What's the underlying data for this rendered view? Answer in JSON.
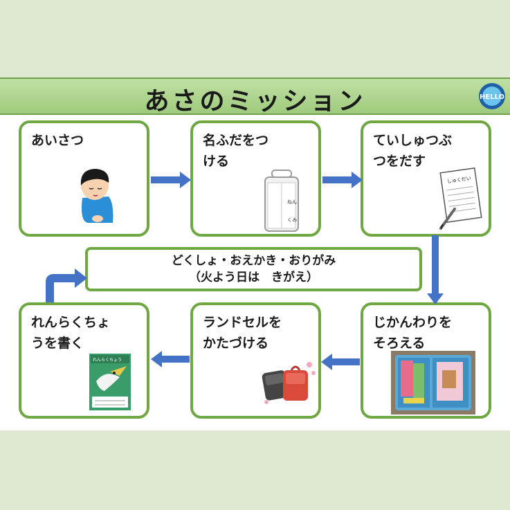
{
  "title": "あさのミッション",
  "hello_badge": "HELLO",
  "steps": [
    {
      "label": "あいさつ"
    },
    {
      "label": "名ふだをつ\nける"
    },
    {
      "label": "ていしゅつぶ\nつをだす"
    },
    {
      "label": "じかんわりを\nそろえる"
    },
    {
      "label": "ランドセルを\nかたづける"
    },
    {
      "label": "れんらくちょ\nうを書く"
    }
  ],
  "free_time": {
    "line1": "どくしょ・おえかき・おりがみ",
    "line2": "（火よう日は　きがえ）"
  },
  "illustrations": {
    "nametag": {
      "text_a": "ねん",
      "text_b": "くみ"
    },
    "worksheet": {
      "text": "しゅくだい"
    },
    "notebook": {
      "text": "れんらくちょう"
    }
  },
  "colors": {
    "accent_green": "#6fa843",
    "arrow_blue": "#4472c4",
    "title_bar": "#a9d18e"
  }
}
